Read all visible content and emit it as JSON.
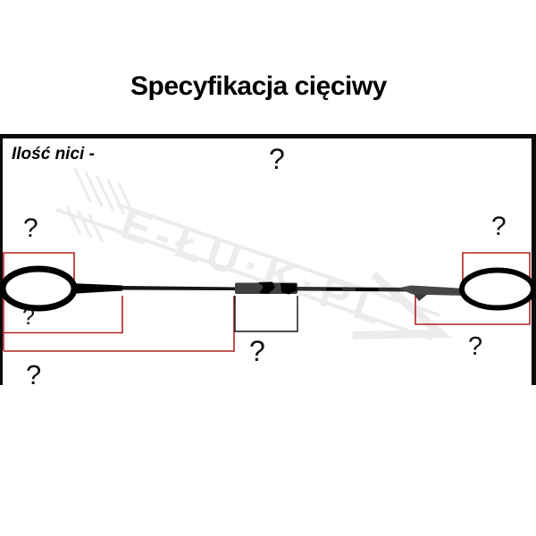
{
  "title": "Specyfikacja cięciwy",
  "spec": {
    "threads_label": "Ilość nici -",
    "threads_value": "?"
  },
  "placeholders": {
    "left_upper": "?",
    "left_loop": "?",
    "left_lower": "?",
    "center_serving": "?",
    "right_upper": "?",
    "right_lower": "?"
  },
  "watermark": {
    "text": "E-ŁU·K·PL"
  },
  "colors": {
    "annotation_red": "#b22222",
    "ink": "#000000",
    "string_dark": "#3f3f3f",
    "watermark_gray": "#ececec"
  }
}
